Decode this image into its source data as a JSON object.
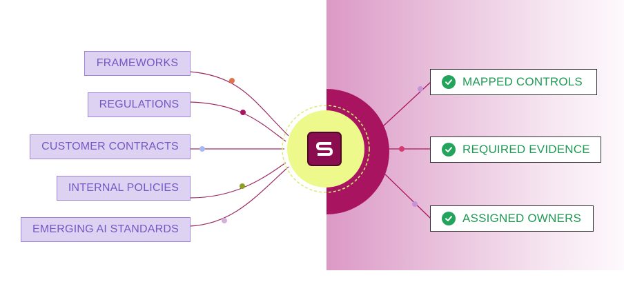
{
  "inputs": [
    {
      "label": "FRAMEWORKS"
    },
    {
      "label": "REGULATIONS"
    },
    {
      "label": "CUSTOMER CONTRACTS"
    },
    {
      "label": "INTERNAL POLICIES"
    },
    {
      "label": "EMERGING AI STANDARDS"
    }
  ],
  "outputs": [
    {
      "label": "MAPPED CONTROLS"
    },
    {
      "label": "REQUIRED EVIDENCE"
    },
    {
      "label": "ASSIGNED OWNERS"
    }
  ],
  "hub": {
    "logo_icon": "s-logo-icon"
  },
  "icons": {
    "output_status": "check-circle-icon"
  },
  "colors": {
    "input_fill": "#ddd2f2",
    "input_border": "#9f86d6",
    "input_text": "#7457c4",
    "output_text": "#1f9a55",
    "check": "#22a45d",
    "hub_fill": "#edf98a",
    "hub_ring": "#a8145f",
    "logo": "#8a0d4f",
    "panel_start": "#dc99c6",
    "panel_end": "#fdf9fc"
  }
}
